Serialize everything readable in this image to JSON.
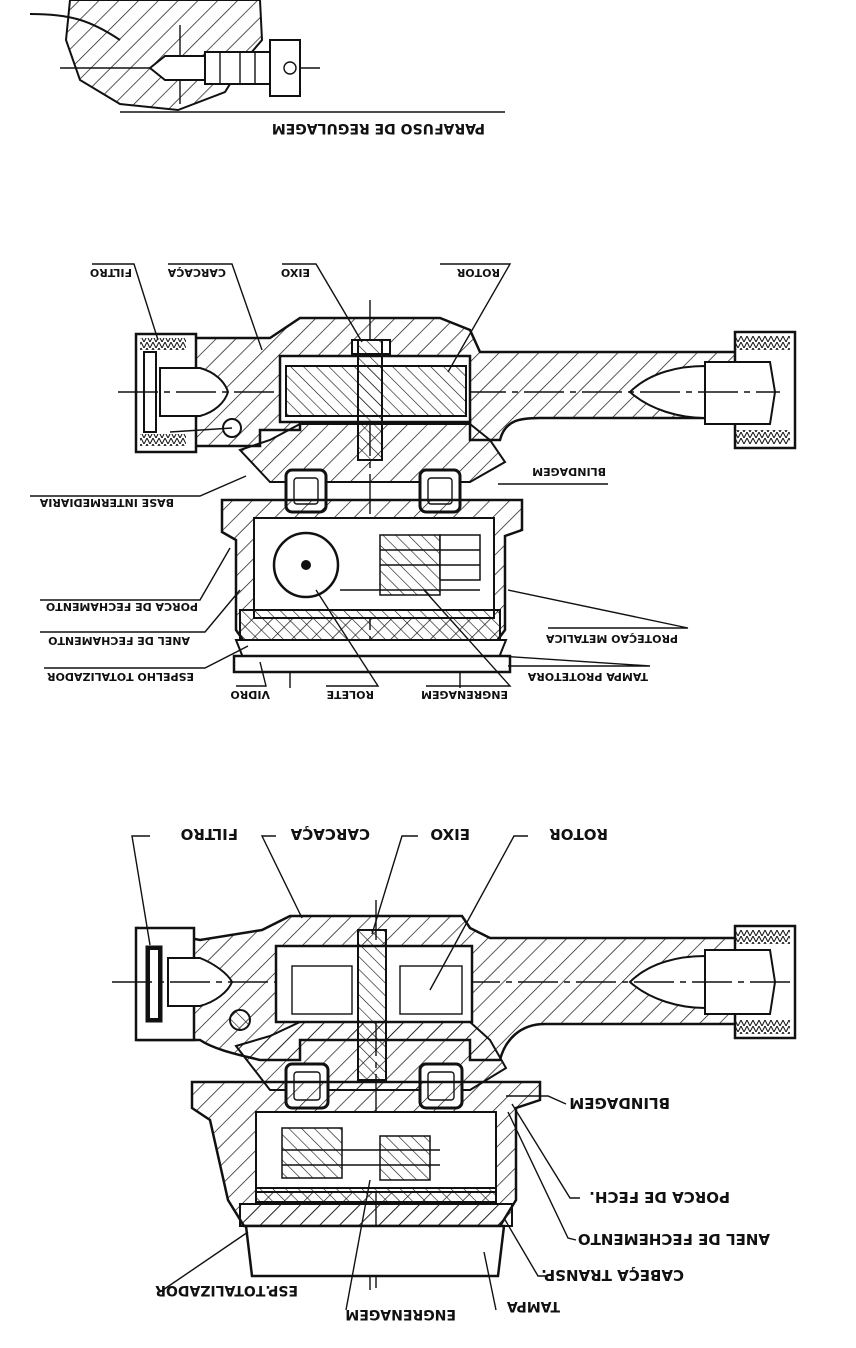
{
  "detail": {
    "label": "PARAFUSO DE REGULAGEM"
  },
  "top_view": {
    "labels": {
      "filtro": "FILTRO",
      "carcaca": "CARCAÇA",
      "eixo": "EIXO",
      "rotor": "ROTOR",
      "blindagem": "BLINDAGEM",
      "base_intermediaria": "BASE INTERMEDIARIA",
      "porca_fechamento": "PORCA DE FECHAMENTO",
      "anel_fechamento": "ANEL DE FECHAMENTO",
      "espelho_totalizador": "ESPELHO TOTALIZADOR",
      "protecao_metalica": "PROTEÇAO METALICA",
      "tampa_protetora": "TAMPA PROTETORA",
      "vidro": "VIDRO",
      "rolete": "ROLETE",
      "engrenagem": "ENGRENAGEM"
    }
  },
  "bottom_view": {
    "labels": {
      "filtro": "FILTRO",
      "carcaca": "CARCAÇA",
      "eixo": "EIXO",
      "rotor": "ROTOR",
      "blindagem": "BLINDAGEM",
      "porca_fech": "PORCA DE FECH.",
      "anel_fechemento": "ANEL DE FECHEMENTO",
      "cabeca_transp": "CABEÇA TRANSP.",
      "esp_totalizador": "ESP.TOTALIZADOR",
      "engrenagem": "ENGRENAGEM",
      "tampa": "TAMPA"
    }
  }
}
